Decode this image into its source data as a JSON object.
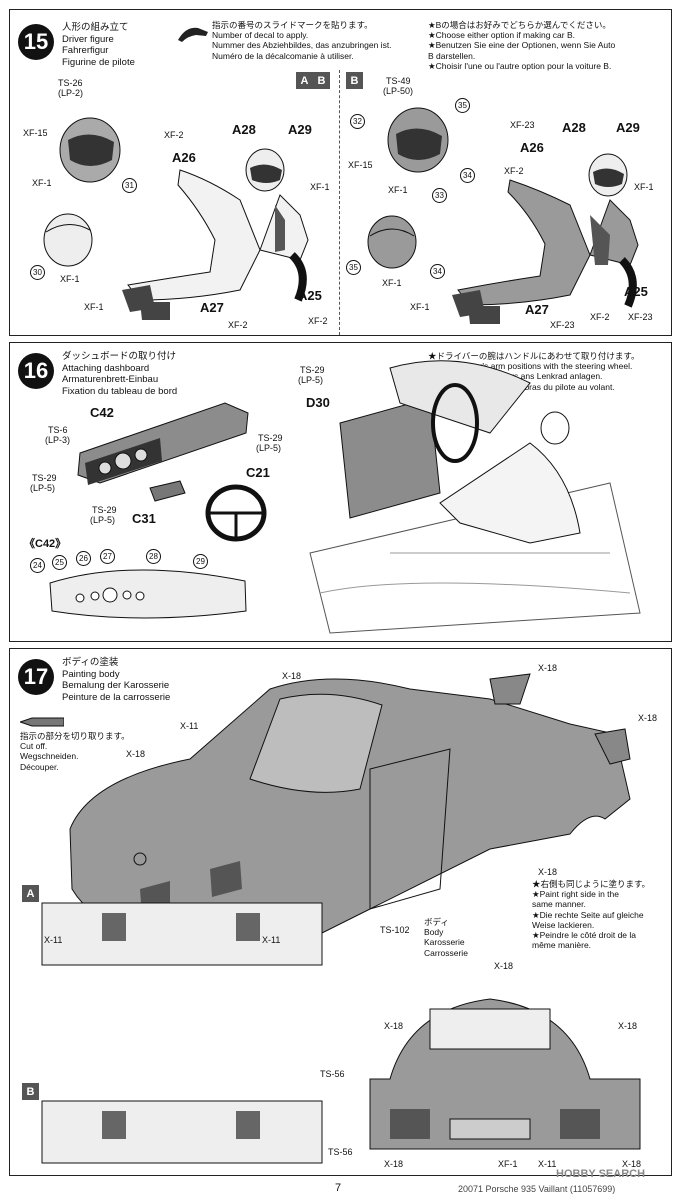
{
  "step15": {
    "number": "15",
    "title": [
      "人形の組み立て",
      "Driver figure",
      "Fahrerfigur",
      "Figurine de pilote"
    ],
    "decal_note": [
      "指示の番号のスライドマークを貼ります。",
      "Number of decal to apply.",
      "Nummer des Abziehbildes, das anzubringen ist.",
      "Numéro de la décalcomanie à utiliser."
    ],
    "option_note": [
      "★Bの場合はお好みでどちらか選んでください。",
      "★Choose either option if making car B.",
      "★Benutzen Sie eine der Optionen, wenn Sie Auto",
      "B darstellen.",
      "★Choisir l'une ou l'autre option pour la voiture B."
    ],
    "tags": [
      "A",
      "B",
      "B"
    ],
    "labels": [
      "TS-26",
      "(LP-2)",
      "XF-15",
      "XF-1",
      "31",
      "30",
      "XF-1",
      "XF-2",
      "A26",
      "A28",
      "A29",
      "XF-1",
      "A27",
      "XF-2",
      "A25",
      "XF-2",
      "XF-1",
      "TS-49",
      "(LP-50)",
      "35",
      "32",
      "XF-15",
      "XF-1",
      "33",
      "34",
      "35",
      "34",
      "XF-1",
      "XF-23",
      "A26",
      "A28",
      "A29",
      "XF-2",
      "XF-1",
      "A27",
      "XF-23",
      "XF-2",
      "A25",
      "XF-23",
      "XF-1"
    ]
  },
  "step16": {
    "number": "16",
    "title": [
      "ダッシュボードの取り付け",
      "Attaching dashboard",
      "Armaturenbrett-Einbau",
      "Fixation du tableau de bord"
    ],
    "note": [
      "★ドライバーの腕はハンドルにあわせて取り付けます。",
      "★Match driver's arm positions with the steering wheel.",
      "★Die Arme des Fahrers ans Lenkrad anlagen.",
      "★Adapter la position des bras du pilote au volant."
    ],
    "labels": [
      "C42",
      "TS-6",
      "(LP-3)",
      "TS-29",
      "(LP-5)",
      "TS-29",
      "(LP-5)",
      "C21",
      "TS-29",
      "(LP-5)",
      "C31",
      "《C42》",
      "24",
      "25",
      "26",
      "27",
      "28",
      "29",
      "TS-29",
      "(LP-5)",
      "D30"
    ]
  },
  "step17": {
    "number": "17",
    "title": [
      "ボディの塗装",
      "Painting body",
      "Bemalung der Karosserie",
      "Peinture de la carrosserie"
    ],
    "cutoff": [
      "指示の部分を切り取ります。",
      "Cut off.",
      "Wegschneiden.",
      "Découper."
    ],
    "side_note": [
      "★右側も同じように塗ります。",
      "★Paint right side in the",
      "same manner.",
      "★Die rechte Seite auf gleiche",
      "Weise lackieren.",
      "★Peindre le côté droit de la",
      "même manière."
    ],
    "body_label": [
      "ボディ",
      "Body",
      "Karosserie",
      "Carrosserie"
    ],
    "labels": [
      "X-18",
      "X-18",
      "X-11",
      "X-18",
      "X-18",
      "X-18",
      "TS-102",
      "X-11",
      "X-11",
      "X-18",
      "X-18",
      "X-18",
      "TS-56",
      "TS-56",
      "X-18",
      "XF-1",
      "X-11",
      "X-18"
    ],
    "tags": [
      "A",
      "B"
    ]
  },
  "footer": {
    "page": "7",
    "ref": "20071 Porsche 935 Vaillant (11057699)",
    "watermark": "HOBBY SEARCH"
  },
  "colors": {
    "ink": "#111111",
    "grey": "#9a9a9a",
    "dark": "#555555"
  }
}
